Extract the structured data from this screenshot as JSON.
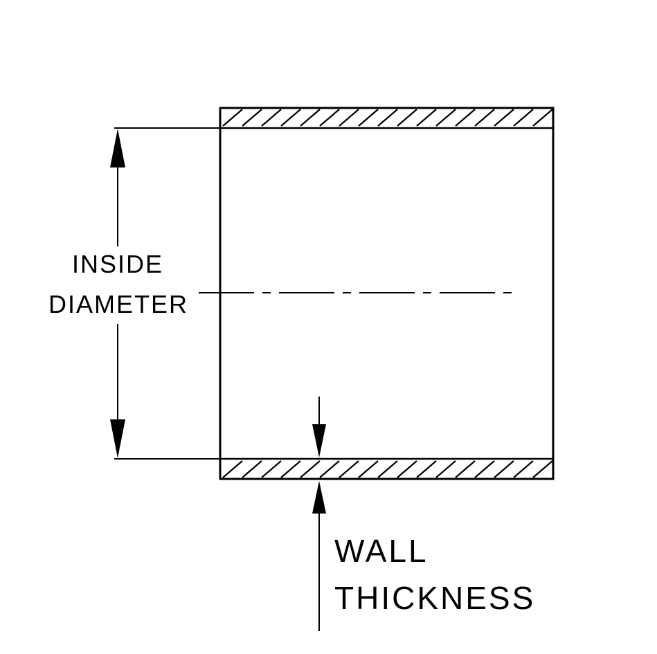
{
  "diagram": {
    "type": "engineering-cross-section",
    "labels": {
      "inside_diameter_line1": "INSIDE",
      "inside_diameter_line2": "DIAMETER",
      "wall_thickness_line1": "WALL",
      "wall_thickness_line2": "THICKNESS"
    },
    "colors": {
      "line": "#000000",
      "background": "#ffffff"
    }
  }
}
